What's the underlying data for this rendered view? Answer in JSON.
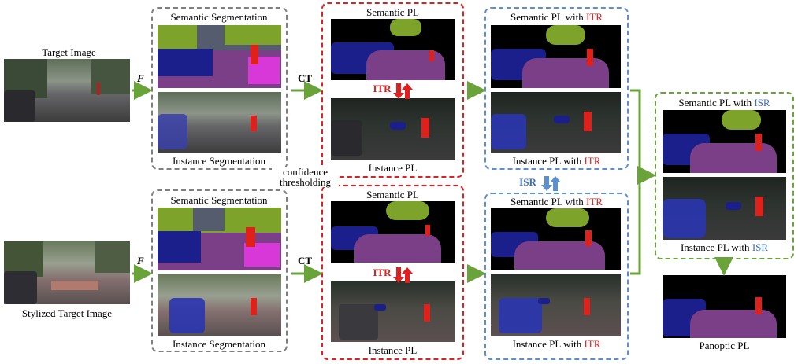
{
  "labels": {
    "target_image": "Target Image",
    "stylized_target_image": "Stylized Target Image",
    "F": "F",
    "CT": "CT",
    "semantic_segmentation": "Semantic Segmentation",
    "instance_segmentation": "Instance Segmentation",
    "semantic_pl": "Semantic PL",
    "instance_pl": "Instance PL",
    "itr": "ITR",
    "isr": "ISR",
    "confidence_thresholding": "confidence\nthresholding",
    "semantic_pl_with": "Semantic PL with ",
    "instance_pl_with": "Instance PL with ",
    "panoptic_pl": "Panoptic PL"
  },
  "colors": {
    "itr": "#e02020",
    "isr": "#3a6fb8",
    "arrow_green": "#6aa33a",
    "box_gray": "#7f7f7f",
    "box_red": "#e02020",
    "box_blue": "#5b8fd0",
    "box_green": "#6aa33a",
    "road": "#7a3f86",
    "sky_vegetation": "#7ea32a",
    "car": "#1a1f8c",
    "person": "#e0201a",
    "sidewalk": "#d838d8"
  }
}
